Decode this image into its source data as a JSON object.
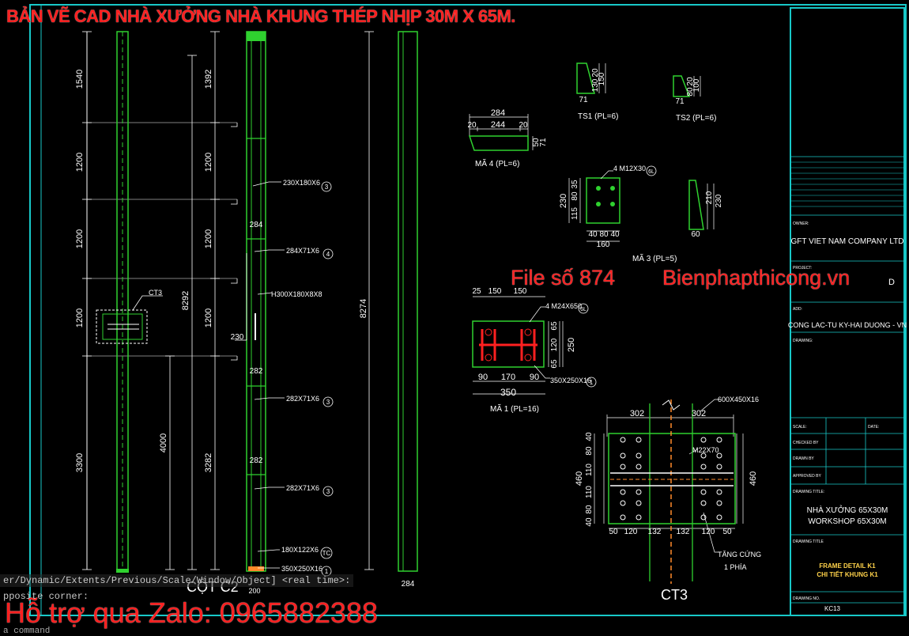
{
  "banner": {
    "title": "BẢN VẼ CAD NHÀ XƯỞNG NHÀ KHUNG THÉP NHỊP 30M X 65M."
  },
  "watermark": {
    "file": "File số 874",
    "site": "Bienphapthicong.vn",
    "zalo": "Hỗ trợ qua Zalo: 0965882388"
  },
  "command": {
    "line1": "er/Dynamic/Extents/Previous/Scale/Window/Object] <real time>:",
    "line2": "pposite corner:",
    "line3": "a command"
  },
  "column_left": {
    "dims": [
      "1540",
      "1200",
      "1200",
      "1200",
      "3300",
      "4000"
    ],
    "ct3_label": "CT3"
  },
  "column_mid": {
    "dims": [
      "1392",
      "1200",
      "1200",
      "1200",
      "3282",
      "8292"
    ],
    "labels": [
      "230X180X6",
      "284X71X6",
      "H300X180X8X8",
      "282X71X6",
      "282X71X6",
      "180X122X6",
      "350X250X16"
    ],
    "small_dims": [
      "284",
      "230",
      "282",
      "282",
      "200"
    ],
    "balloons": [
      "3",
      "4",
      "3",
      "3",
      "TC",
      "1"
    ],
    "title": "CỘT C2"
  },
  "column_right": {
    "dims": [
      "8274",
      "284"
    ]
  },
  "ts1": {
    "dims": [
      "20",
      "130",
      "150",
      "71"
    ],
    "label": "TS1 (PL=6)"
  },
  "ts2": {
    "dims": [
      "20",
      "80",
      "100",
      "71"
    ],
    "label": "TS2 (PL=6)"
  },
  "ma4": {
    "dims": [
      "284",
      "20",
      "244",
      "20",
      "50",
      "71"
    ],
    "label": "MÃ 4 (PL=6)"
  },
  "ma3": {
    "bolt_label": "4 M12X30",
    "balloon": "6L",
    "dims": [
      "230",
      "115",
      "80",
      "35",
      "40",
      "80",
      "40",
      "160",
      "210",
      "230",
      "60"
    ],
    "label": "MÃ 3 (PL=5)"
  },
  "ma1": {
    "bolt_label": "4 M24X650",
    "balloon": "6L",
    "dims": [
      "25",
      "150",
      "150",
      "65",
      "120",
      "65",
      "250",
      "90",
      "170",
      "90",
      "350"
    ],
    "plate_label": "350X250X16",
    "plate_balloon": "1",
    "label": "MÃ 1 (PL=16)"
  },
  "ct3": {
    "dims": [
      "302",
      "302",
      "460",
      "40",
      "80",
      "110",
      "110",
      "80",
      "40",
      "50",
      "120",
      "132",
      "132",
      "120",
      "50",
      "460"
    ],
    "plate_label": "600X450X16",
    "bolt_label": "M22X70",
    "stiff_label": "TĂNG CỨNG\n1 PHÍA",
    "title": "CT3"
  },
  "title_block": {
    "owner_label": "OWNER:",
    "owner": "GFT VIET NAM COMPANY LTD",
    "project_label": "PROJECT:",
    "project": "D",
    "addr_label": "ADD:",
    "address": "CONG LAC-TU KY-HAI DUONG - VN",
    "drawing_label": "DRAWING:",
    "scale_label": "SCALE:",
    "date_label": "DATE:",
    "checked_label": "CHECKED BY",
    "drawn_label": "DRAWN BY",
    "approved_label": "APPROVED BY",
    "drawing_title_label": "DRAWING TITLE:",
    "project_name": "NHÀ XƯỞNG 65X30M\nWORKSHOP 65X30M",
    "sheet_title_label": "DRAWING TITLE",
    "sheet_title": "FRAME DETAIL K1\nCHI TIẾT KHUNG K1",
    "sheet_no_label": "DRAWING NO.",
    "sheet_no": "KC13"
  },
  "colors": {
    "green": "#2fd12f",
    "cyan": "#18c8c8",
    "white": "#ffffff",
    "red": "#ff2020",
    "orange": "#ff8a2a",
    "yellow": "#f0f020",
    "title_yellow": "#ffd24a"
  }
}
